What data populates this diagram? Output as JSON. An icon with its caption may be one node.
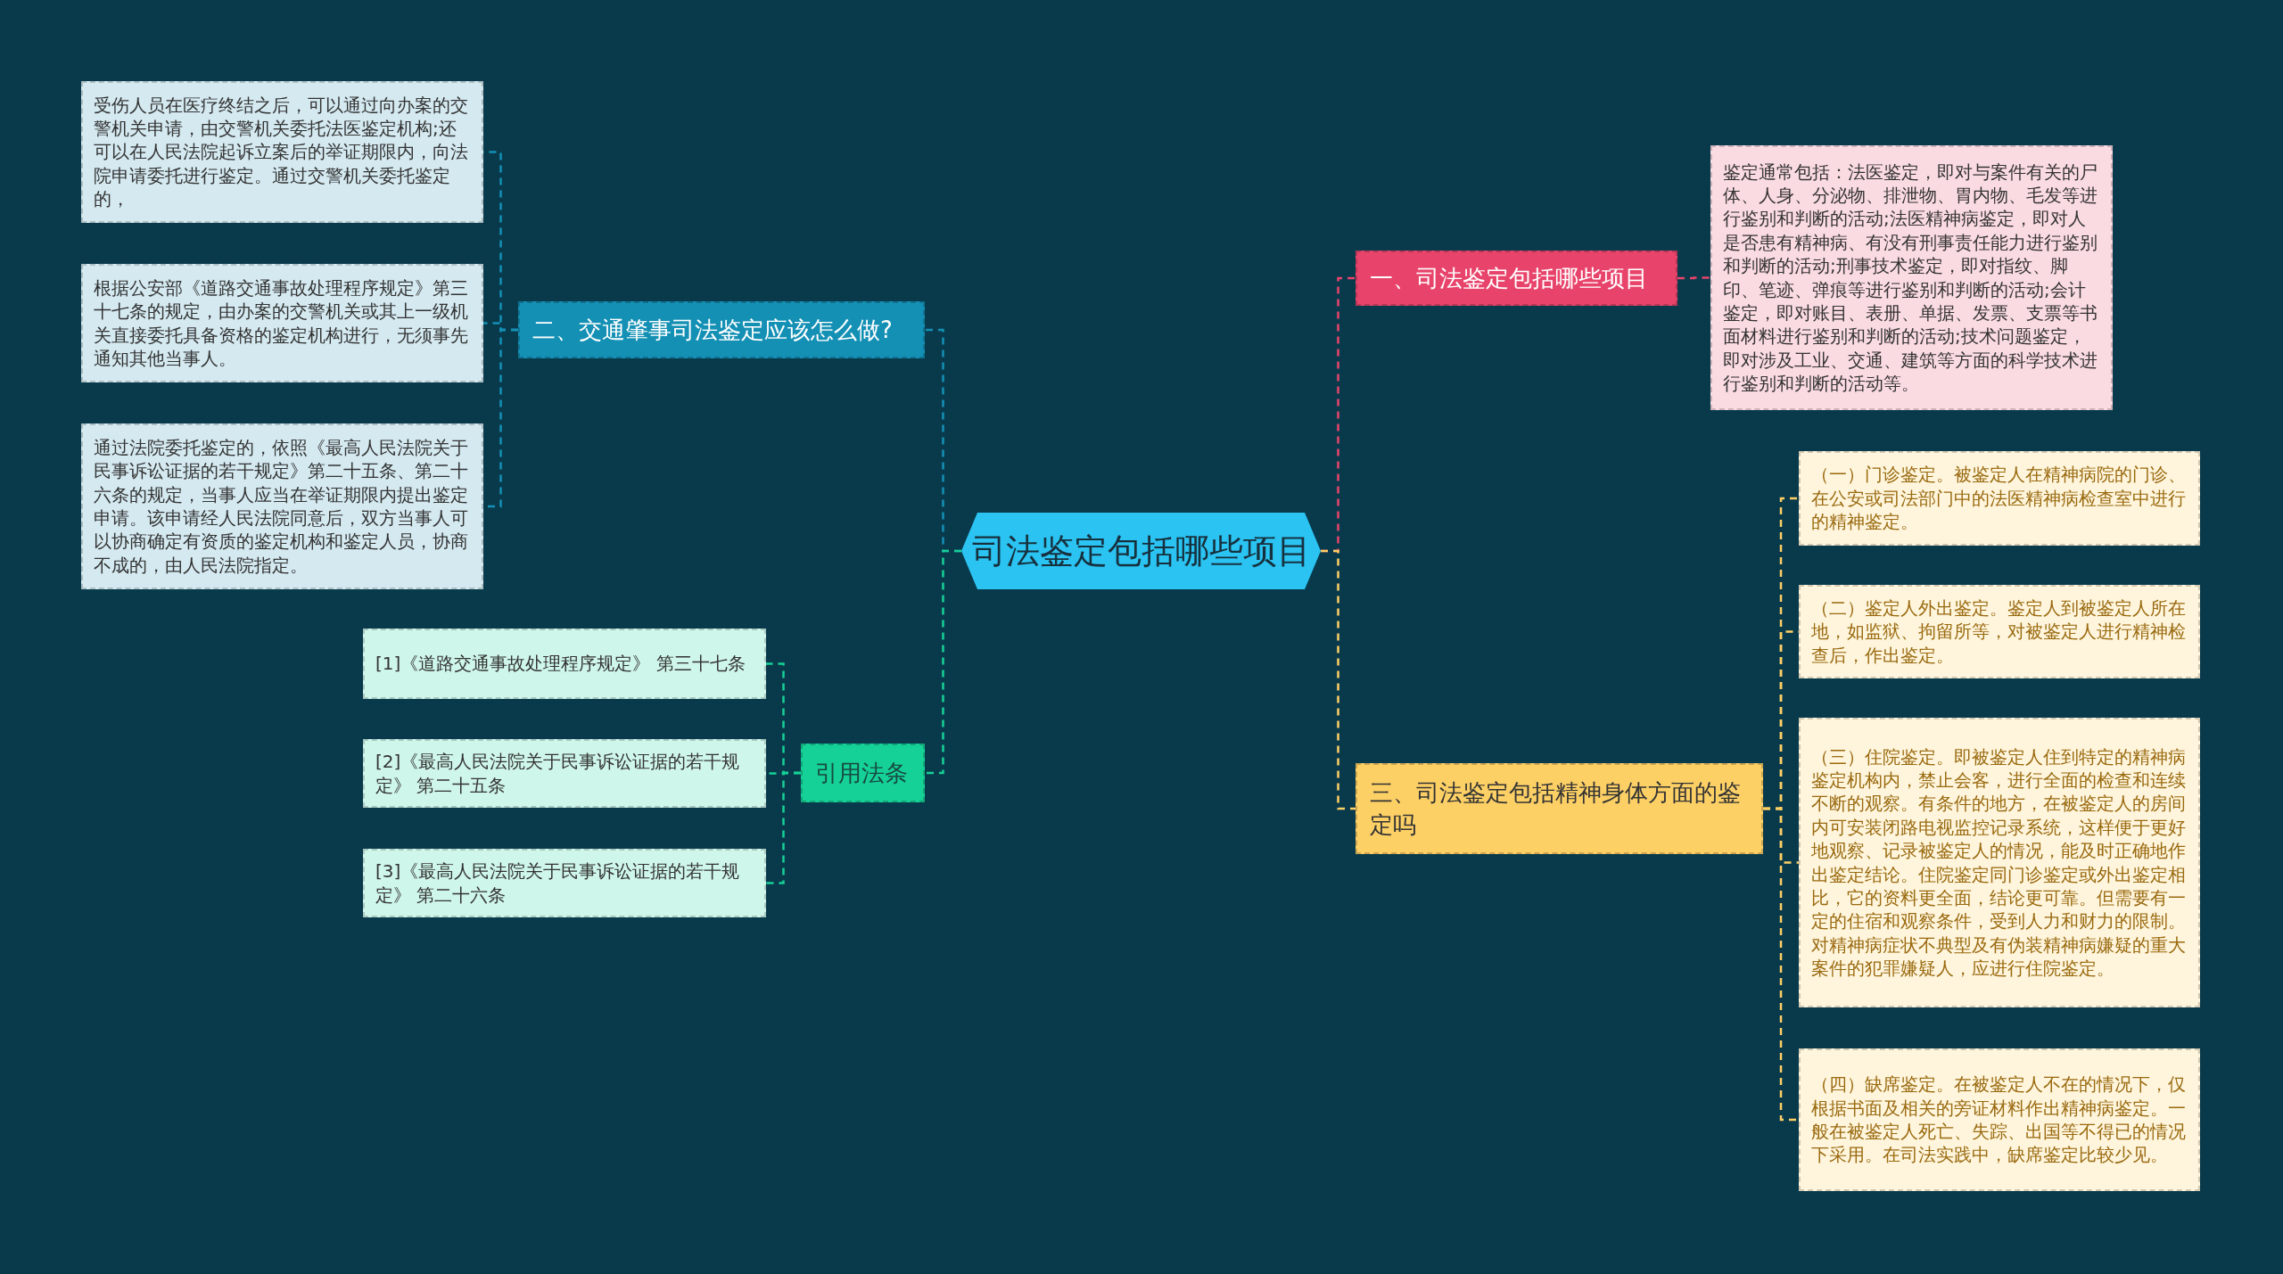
{
  "diagram": {
    "nodes": [
      {
        "text": [
          "司法鉴定包括哪些项目"
        ]
      },
      {
        "text": [
          "二、交通肇事司法鉴定应该怎么做?"
        ]
      },
      {
        "text": [
          "受伤人员在医疗终结之后，可以通过向办案的交警机关申请，由交警机关委托法医鉴定机构;还可以在人民法院起诉立案后的举证期限内，向法院申请委托进行鉴定。通过交警机关委托鉴定的，"
        ]
      },
      {
        "text": [
          "根据公安部《道路交通事故处理程序规定》第三十七条的规定，由办案的交警机关或其上一级机关直接委托具备资格的鉴定机构进行，无须事先通知其他当事人。"
        ]
      },
      {
        "text": [
          "通过法院委托鉴定的，依照《最高人民法院关于民事诉讼证据的若干规定》第二十五条、第二十六条的规定，当事人应当在举证期限内提出鉴定申请。该申请经人民法院同意后，双方当事人可以协商确定有资质的鉴定机构和鉴定人员，协商不成的，由人民法院指定。"
        ]
      },
      {
        "text": [
          "引用法条"
        ]
      },
      {
        "text": [
          "[1]《道路交通事故处理程序规定》 第三十七条"
        ]
      },
      {
        "text": [
          "[2]《最高人民法院关于民事诉讼证据的若干规定》 第二十五条"
        ]
      },
      {
        "text": [
          "[3]《最高人民法院关于民事诉讼证据的若干规定》 第二十六条"
        ]
      },
      {
        "text": [
          "一、司法鉴定包括哪些项目"
        ]
      },
      {
        "text": [
          "鉴定通常包括：法医鉴定，即对与案件有关的尸体、人身、分泌物、排泄物、胃内物、毛发等进行鉴别和判断的活动;法医精神病鉴定，即对人是否患有精神病、有没有刑事责任能力进行鉴别和判断的活动;刑事技术鉴定，即对指纹、脚印、笔迹、弹痕等进行鉴别和判断的活动;会计鉴定，即对账目、表册、单据、发票、支票等书面材料进行鉴别和判断的活动;技术问题鉴定，即对涉及工业、交通、建筑等方面的科学技术进行鉴别和判断的活动等。"
        ]
      },
      {
        "text": [
          "三、司法鉴定包括精神身体方面的鉴定吗"
        ]
      },
      {
        "text": [
          "（一）门诊鉴定。被鉴定人在精神病院的门诊、在公安或司法部门中的法医精神病检查室中进行的精神鉴定。"
        ]
      },
      {
        "text": [
          "（二）鉴定人外出鉴定。鉴定人到被鉴定人所在地，如监狱、拘留所等，对被鉴定人进行精神检查后，作出鉴定。"
        ]
      },
      {
        "text": [
          "（三）住院鉴定。即被鉴定人住到特定的精神病鉴定机构内，禁止会客，进行全面的检查和连续不断的观察。有条件的地方，在被鉴定人的房间内可安装闭路电视监控记录系统，这样便于更好地观察、记录被鉴定人的情况，能及时正确地作出鉴定结论。住院鉴定同门诊鉴定或外出鉴定相比，它的资料更全面，结论更可靠。但需要有一定的住宿和观察条件，受到人力和财力的限制。对精神病症状不典型及有伪装精神病嫌疑的重大案件的犯罪嫌疑人，应进行住院鉴定。"
        ]
      },
      {
        "text": [
          "（四）缺席鉴定。在被鉴定人不在的情况下，仅根据书面及相关的旁证材料作出精神病鉴定。一般在被鉴定人死亡、失踪、出国等不得已的情况下采用。在司法实践中，缺席鉴定比较少见。"
        ]
      }
    ],
    "edges": [
      {
        "from": 0,
        "to": 1,
        "arrow": "none",
        "color": "#1490b5"
      },
      {
        "from": 1,
        "to": 2,
        "arrow": "none",
        "color": "#1490b5"
      },
      {
        "from": 1,
        "to": 3,
        "arrow": "none",
        "color": "#1490b5"
      },
      {
        "from": 1,
        "to": 4,
        "arrow": "none",
        "color": "#1490b5"
      },
      {
        "from": 0,
        "to": 5,
        "arrow": "none",
        "color": "#16d197"
      },
      {
        "from": 5,
        "to": 6,
        "arrow": "none",
        "color": "#16d197"
      },
      {
        "from": 5,
        "to": 7,
        "arrow": "none",
        "color": "#16d197"
      },
      {
        "from": 5,
        "to": 8,
        "arrow": "none",
        "color": "#16d197"
      },
      {
        "from": 0,
        "to": 9,
        "arrow": "none",
        "color": "#e8446b"
      },
      {
        "from": 9,
        "to": 10,
        "arrow": "none",
        "color": "#e8446b"
      },
      {
        "from": 0,
        "to": 11,
        "arrow": "none",
        "color": "#fdd066"
      },
      {
        "from": 11,
        "to": 12,
        "arrow": "none",
        "color": "#fdd066"
      },
      {
        "from": 11,
        "to": 13,
        "arrow": "none",
        "color": "#fdd066"
      },
      {
        "from": 11,
        "to": 14,
        "arrow": "none",
        "color": "#fdd066"
      },
      {
        "from": 11,
        "to": 15,
        "arrow": "none",
        "color": "#fdd066"
      }
    ]
  }
}
